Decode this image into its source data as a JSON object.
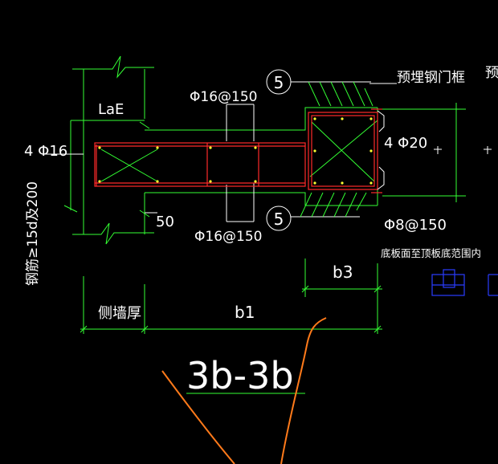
{
  "drawing": {
    "section_title": "3b-3b",
    "labels": {
      "lae": "LaE",
      "bars_left": "4 Φ16",
      "bars_right": "4 Φ20",
      "stirrup_top": "Φ16@150",
      "stirrup_bottom": "Φ16@150",
      "tie": "Φ8@150",
      "embedded_frame": "预埋钢门框",
      "embedded_frame_cut": "预",
      "note_bottom": "底板面至顶板底范围内",
      "anchorage": "钢筋≥15d及200",
      "offset": "50",
      "side_wall": "侧墙厚",
      "dim_b1": "b1",
      "dim_b3": "b3",
      "callout_top": "5",
      "callout_bottom": "5"
    }
  },
  "colors": {
    "background": "#000000",
    "dimension": "#33ff33",
    "rebar": "#ff2a2a",
    "text": "#ffffff",
    "nodes": "#ffff33",
    "frame": "#2a3cff",
    "annotation": "#ff7a1a"
  }
}
